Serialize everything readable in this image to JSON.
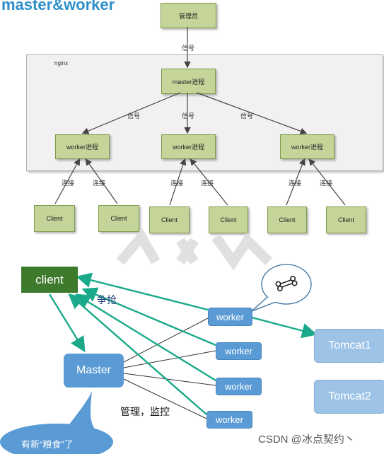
{
  "top_diagram": {
    "title": "master&worker",
    "manager_label": "管理员",
    "signal_top": "信号",
    "nginx_label": "nginx",
    "master_label": "master进程",
    "signal_labels": [
      "信号",
      "信号",
      "信号"
    ],
    "workers": [
      "worker进程",
      "worker进程",
      "worker进程"
    ],
    "connect_labels": [
      "连接",
      "连接",
      "连接",
      "连接",
      "连接",
      "连接"
    ],
    "clients": [
      "Client",
      "Client",
      "Client",
      "Client",
      "Client",
      "Client"
    ]
  },
  "bottom_diagram": {
    "client_label": "client",
    "compete_label": "争抢",
    "workers": [
      "worker",
      "worker",
      "worker",
      "worker"
    ],
    "master_label": "Master",
    "manage_label": "管理，监控",
    "tomcats": [
      "Tomcat1",
      "Tomcat2"
    ],
    "bubble_text": "有新“粮食”了",
    "bone_icon": "bone-icon"
  },
  "watermark": "CSDN @冰点契约丶",
  "colors": {
    "title": "#2e8fc8",
    "green_box": "#c5d59a",
    "client_green": "#3d7a2c",
    "worker_blue": "#5b9bd5",
    "tomcat_blue": "#9dc3e6",
    "arrow_teal": "#1aaa8a"
  }
}
